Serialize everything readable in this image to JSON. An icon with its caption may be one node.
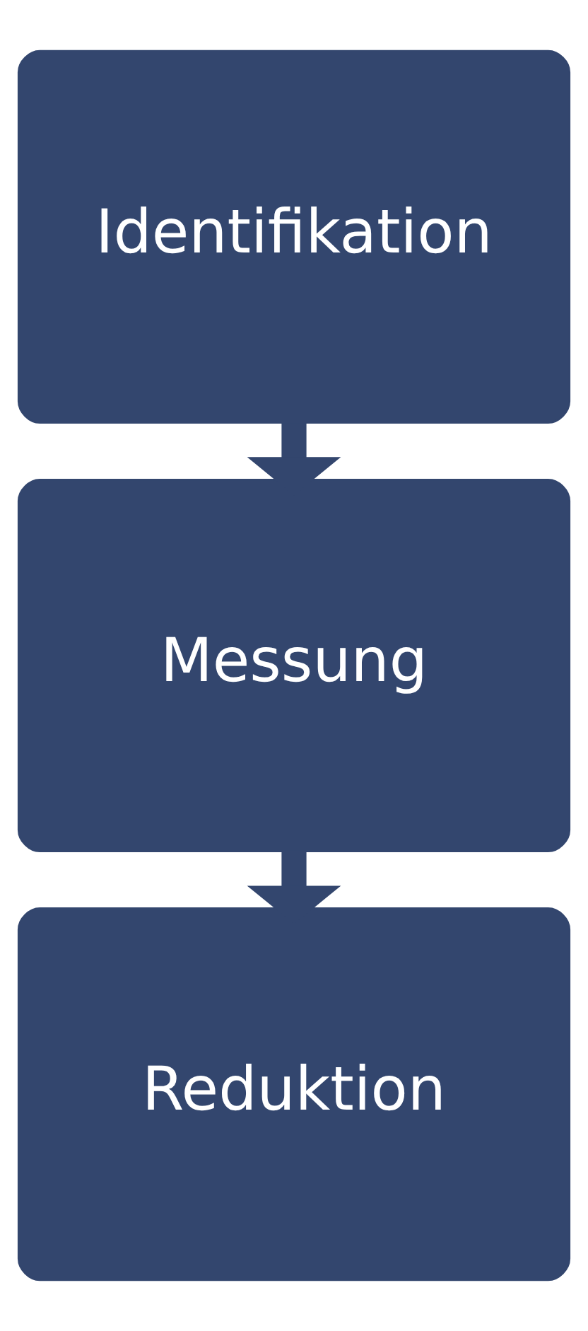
{
  "diagram": {
    "nodes": [
      {
        "text": [
          "Identifikation"
        ]
      },
      {
        "text": [
          "Messung"
        ]
      },
      {
        "text": [
          "Reduktion"
        ]
      }
    ],
    "edges": [
      {
        "from": 0,
        "to": 1,
        "arrow": "to"
      },
      {
        "from": 1,
        "to": 2,
        "arrow": "to"
      }
    ]
  }
}
